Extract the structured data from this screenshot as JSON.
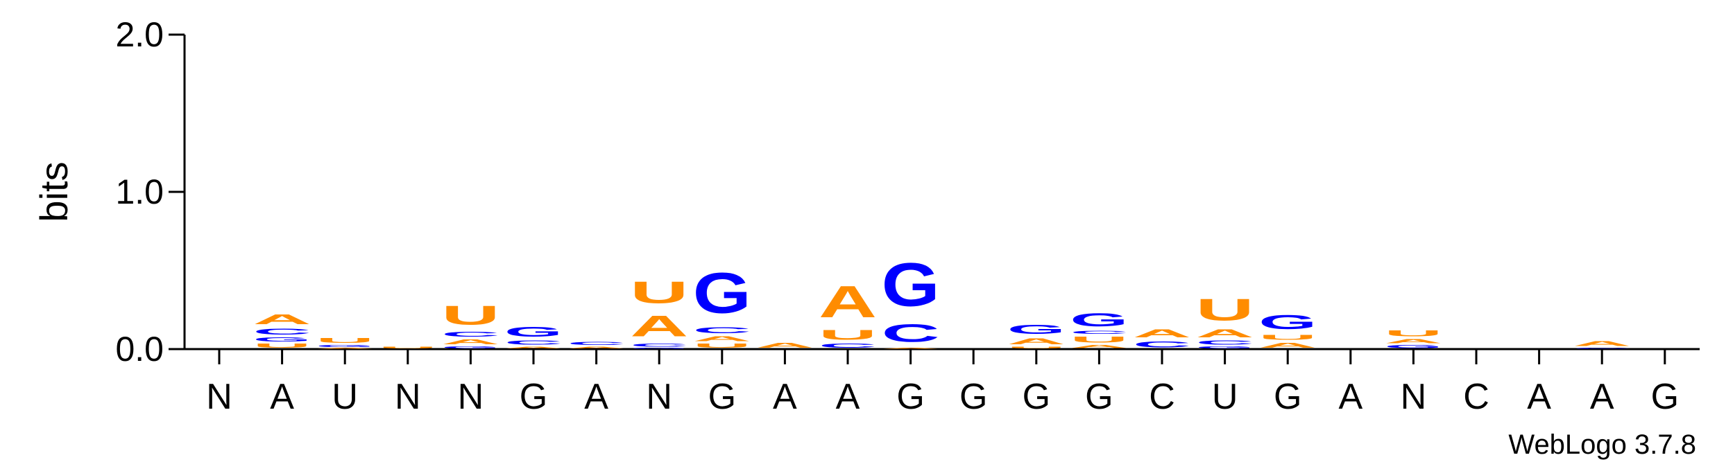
{
  "chart_data": {
    "type": "sequence-logo",
    "ylabel": "bits",
    "ylim": [
      0,
      2.0
    ],
    "yticks": [
      "0.0",
      "1.0",
      "2.0"
    ],
    "footer": "WebLogo 3.7.8",
    "colors": {
      "A": "#FF8C00",
      "U": "#FF8C00",
      "G": "#0000FF",
      "C": "#0000FF"
    },
    "positions": [
      {
        "label": "N",
        "stack": []
      },
      {
        "label": "A",
        "stack": [
          {
            "l": "U",
            "v": 0.04
          },
          {
            "l": "G",
            "v": 0.04
          },
          {
            "l": "C",
            "v": 0.06
          },
          {
            "l": "A",
            "v": 0.1
          }
        ]
      },
      {
        "label": "U",
        "stack": [
          {
            "l": "A",
            "v": 0.01
          },
          {
            "l": "G",
            "v": 0.02
          },
          {
            "l": "U",
            "v": 0.05
          }
        ]
      },
      {
        "label": "N",
        "stack": [
          {
            "l": "U",
            "v": 0.02
          }
        ]
      },
      {
        "label": "N",
        "stack": [
          {
            "l": "G",
            "v": 0.02
          },
          {
            "l": "A",
            "v": 0.05
          },
          {
            "l": "C",
            "v": 0.05
          },
          {
            "l": "U",
            "v": 0.19
          }
        ]
      },
      {
        "label": "G",
        "stack": [
          {
            "l": "A",
            "v": 0.02
          },
          {
            "l": "C",
            "v": 0.04
          },
          {
            "l": "G",
            "v": 0.1
          }
        ]
      },
      {
        "label": "A",
        "stack": [
          {
            "l": "A",
            "v": 0.02
          },
          {
            "l": "C",
            "v": 0.03
          }
        ]
      },
      {
        "label": "N",
        "stack": [
          {
            "l": "G",
            "v": 0.01
          },
          {
            "l": "C",
            "v": 0.03
          },
          {
            "l": "A",
            "v": 0.21
          },
          {
            "l": "U",
            "v": 0.22
          }
        ]
      },
      {
        "label": "G",
        "stack": [
          {
            "l": "U",
            "v": 0.04
          },
          {
            "l": "A",
            "v": 0.05
          },
          {
            "l": "C",
            "v": 0.06
          },
          {
            "l": "G",
            "v": 0.41
          }
        ]
      },
      {
        "label": "A",
        "stack": [
          {
            "l": "A",
            "v": 0.05
          }
        ]
      },
      {
        "label": "A",
        "stack": [
          {
            "l": "C",
            "v": 0.04
          },
          {
            "l": "U",
            "v": 0.1
          },
          {
            "l": "A",
            "v": 0.32
          }
        ]
      },
      {
        "label": "G",
        "stack": [
          {
            "l": "A",
            "v": 0.01
          },
          {
            "l": "C",
            "v": 0.18
          },
          {
            "l": "G",
            "v": 0.44
          }
        ]
      },
      {
        "label": "G",
        "stack": []
      },
      {
        "label": "G",
        "stack": [
          {
            "l": "U",
            "v": 0.02
          },
          {
            "l": "A",
            "v": 0.06
          },
          {
            "l": "G",
            "v": 0.09
          }
        ]
      },
      {
        "label": "G",
        "stack": [
          {
            "l": "A",
            "v": 0.03
          },
          {
            "l": "U",
            "v": 0.06
          },
          {
            "l": "C",
            "v": 0.03
          },
          {
            "l": "G",
            "v": 0.13
          }
        ]
      },
      {
        "label": "C",
        "stack": [
          {
            "l": "C",
            "v": 0.06
          },
          {
            "l": "A",
            "v": 0.08
          }
        ]
      },
      {
        "label": "U",
        "stack": [
          {
            "l": "G",
            "v": 0.02
          },
          {
            "l": "C",
            "v": 0.04
          },
          {
            "l": "A",
            "v": 0.08
          },
          {
            "l": "U",
            "v": 0.22
          }
        ]
      },
      {
        "label": "G",
        "stack": [
          {
            "l": "A",
            "v": 0.05
          },
          {
            "l": "U",
            "v": 0.05
          },
          {
            "l": "G",
            "v": 0.14
          }
        ]
      },
      {
        "label": "A",
        "stack": []
      },
      {
        "label": "N",
        "stack": [
          {
            "l": "G",
            "v": 0.03
          },
          {
            "l": "A",
            "v": 0.04
          },
          {
            "l": "U",
            "v": 0.06
          }
        ]
      },
      {
        "label": "C",
        "stack": []
      },
      {
        "label": "A",
        "stack": []
      },
      {
        "label": "A",
        "stack": [
          {
            "l": "C",
            "v": 0.01
          },
          {
            "l": "A",
            "v": 0.05
          }
        ]
      },
      {
        "label": "G",
        "stack": []
      }
    ]
  }
}
